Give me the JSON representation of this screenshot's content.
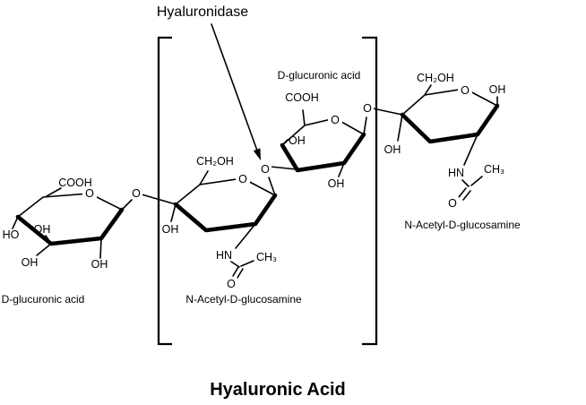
{
  "title": "Hyaluronic Acid",
  "enzyme": {
    "label": "Hyaluronidase"
  },
  "molecules": {
    "ring1_label": "D-glucuronic acid",
    "ring2_label": "N-Acetyl-D-glucosamine",
    "ring3_label": "D-glucuronic acid",
    "ring4_label": "N-Acetyl-D-glucosamine"
  },
  "atoms": {
    "o": "O",
    "oh": "OH",
    "ho": "HO",
    "cooh": "COOH",
    "ch2oh": "CH₂OH",
    "hn": "HN",
    "ch3": "CH₃"
  }
}
